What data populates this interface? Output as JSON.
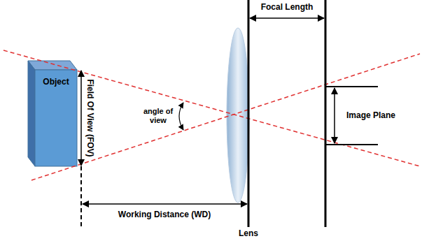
{
  "diagram": {
    "nodes": [
      {
        "text": [
          "Object"
        ]
      }
    ],
    "labels": [
      "Focal Length",
      "Field Of View (FOV)",
      "angle of view",
      "Image Plane",
      "Working Distance (WD)",
      "Lens"
    ]
  }
}
